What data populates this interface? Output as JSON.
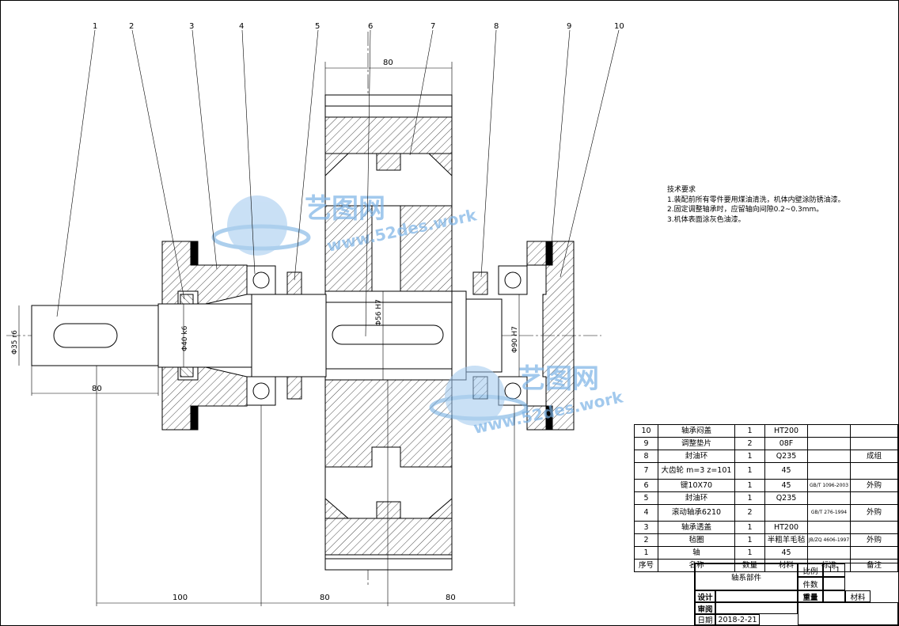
{
  "callouts": [
    "1",
    "2",
    "3",
    "4",
    "5",
    "6",
    "7",
    "8",
    "9",
    "10"
  ],
  "dims": {
    "top_80": "80",
    "left_80": "80",
    "bottom_100": "100",
    "bottom_80a": "80",
    "bottom_80b": "80",
    "shaft_dia": "Φ35 r6",
    "bearing_seat": "Φ40 k6",
    "gear_bore": "Φ56 H7",
    "housing_bore": "Φ90 H7"
  },
  "watermark": {
    "brand": "艺图网",
    "url": "www.52des.work"
  },
  "tech": {
    "title": "技术要求",
    "lines": [
      "1.装配前所有零件要用煤油清洗，机体内壁涂防锈油漆。",
      "2.固定调整轴承时，应留轴向间隙0.2~0.3mm。",
      "3.机体表面涂灰色油漆。"
    ]
  },
  "bom": {
    "rows": [
      {
        "no": "10",
        "name": "轴承闷盖",
        "qty": "1",
        "mat": "HT200",
        "std": "",
        "note": ""
      },
      {
        "no": "9",
        "name": "调整垫片",
        "qty": "2",
        "mat": "08F",
        "std": "",
        "note": ""
      },
      {
        "no": "8",
        "name": "封油环",
        "qty": "1",
        "mat": "Q235",
        "std": "",
        "note": "成组"
      },
      {
        "no": "7",
        "name": "大齿轮 m=3 z=101",
        "qty": "1",
        "mat": "45",
        "std": "",
        "note": ""
      },
      {
        "no": "6",
        "name": "键10X70",
        "qty": "1",
        "mat": "45",
        "std": "GB/T 1096-2003",
        "note": "外购"
      },
      {
        "no": "5",
        "name": "封油环",
        "qty": "1",
        "mat": "Q235",
        "std": "",
        "note": ""
      },
      {
        "no": "4",
        "name": "滚动轴承6210",
        "qty": "2",
        "mat": "",
        "std": "GB/T 276-1994",
        "note": "外购"
      },
      {
        "no": "3",
        "name": "轴承透盖",
        "qty": "1",
        "mat": "HT200",
        "std": "",
        "note": ""
      },
      {
        "no": "2",
        "name": "毡圈",
        "qty": "1",
        "mat": "半粗羊毛毡",
        "std": "JB/ZQ 4606-1997",
        "note": "外购"
      },
      {
        "no": "1",
        "name": "轴",
        "qty": "1",
        "mat": "45",
        "std": "",
        "note": ""
      }
    ],
    "header": {
      "no": "序号",
      "name": "名称",
      "qty": "数量",
      "mat": "材料",
      "std": "标准",
      "note": "备注"
    }
  },
  "title_block": {
    "part_name": "轴系部件",
    "scale_label": "比例",
    "scale_value": "1:1",
    "pieces_label": "件数",
    "design_label": "设计",
    "weight_label": "重量",
    "material_label": "材料",
    "review_label": "审阅",
    "date_label": "日期",
    "date_value": "2018-2-21"
  }
}
